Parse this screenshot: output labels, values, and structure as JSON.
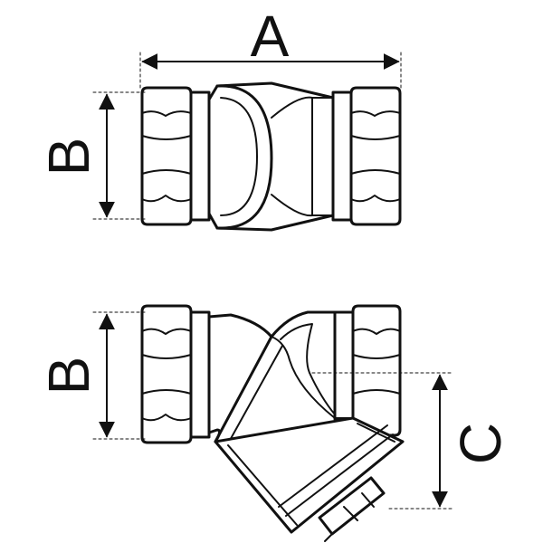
{
  "dimensions": {
    "a_label": "A",
    "b_top_label": "B",
    "b_bottom_label": "B",
    "c_label": "C"
  },
  "colors": {
    "stroke": "#111111",
    "background": "#ffffff"
  }
}
